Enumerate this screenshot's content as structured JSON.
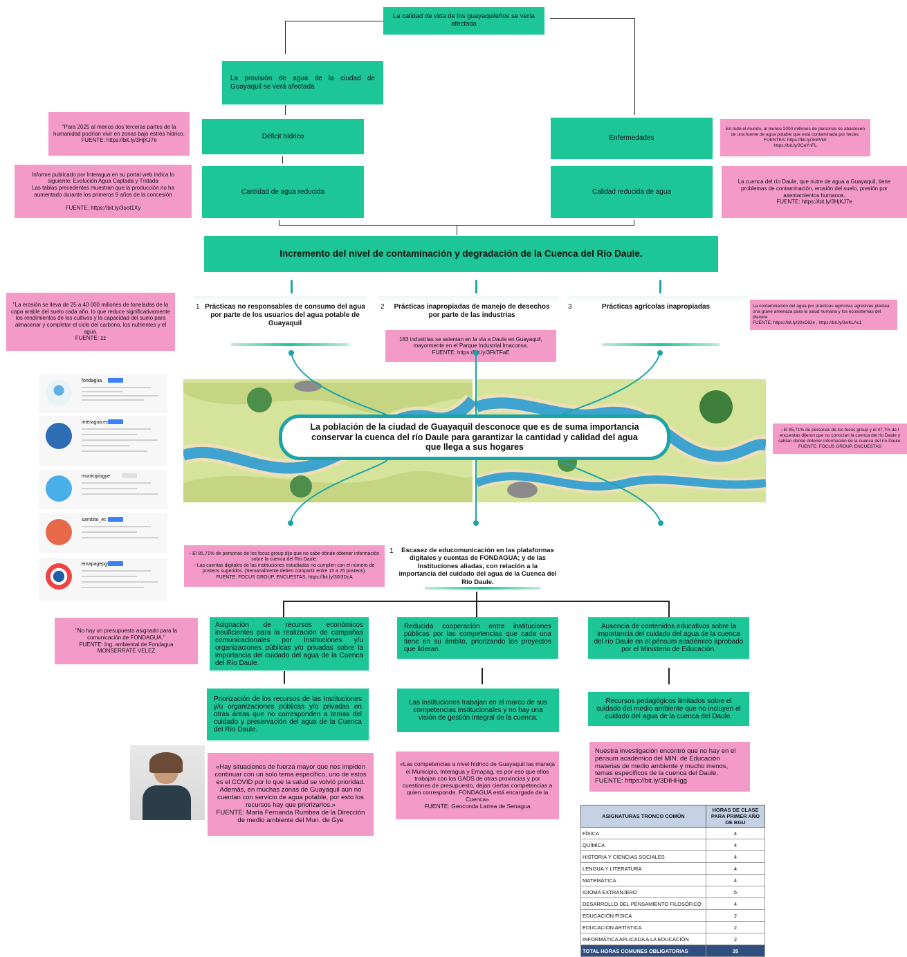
{
  "effects": {
    "top": "La calidad de vida de los guayaquileños se vería afectada",
    "provision": "La provisión de agua de la ciudad de Guayaquil se verá afectada",
    "deficit": "Déficit hídrico",
    "cantidad": "Cantidad de agua reducida",
    "enfermedades": "Enfermedades",
    "calidad": "Calidad reducida de agua"
  },
  "notes": {
    "deficit_note": "\"Para 2025 al menos dos terceras partes de la humanidad podrían vivir en zonas bajo estrés hídrico.\nFUENTE: https://bit.ly/3HjKJ7e",
    "interagua_note": "Informe publicado por Interagua en su portal web indica lo siguiente: Evolución Agua Captada y Tratada\nLas tablas precedentes muestran que la producción no ha aumentado durante los primeros 9 años de la concesión\n\nFUENTE: https://bit.ly/3oot1Xy",
    "enfermedades_note": "En todo el mundo, al menos 2000 millones de personas se abastecen de una fuente de agua potable que está contaminada por heces.\nFUENTES: https://bit.ly/3n8Vktr\nhttps://bit.ly/3CaYnFL",
    "daule_note": "La cuenca del río Daule, que nutre de agua a Guayaquil, tiene problemas de contaminación, erosión del suelo, presión por asentamientos humanos.\nFUENTE: https://bit.ly/3HjKJ7e",
    "erosion_note": "\"La erosión se lleva de 25 a 40 000 millones de toneladas de la capa arable del suelo cada año, lo que reduce significativamente los rendimientos de los cultivos y la capacidad del suelo para almacenar y completar el ciclo del carbono, los nutrientes y el agua.\nFUENTE: zz",
    "industrias_note": "183 industrias se asientan en la vía a Daule en Guayaquil, mayormente en el Parque Industrial Imaconsa.\nFUENTE: https://bit.ly/3FkTFaE",
    "agricola_note": "La contaminación del agua por prácticas agrícolas agresivas plantea una grave amenaza para la salud humana y los ecosistemas del planeta\nFUENTE: https://bit.ly/30xOiGe , https://bit.ly/3wKLAc1",
    "focus_right_note": "- El 85,71% de personas de los focus group y el 47,7% de l encuestas dijeron que no conocían la cuenca del río Daule y sabían donde obtener información de la cuenca del río Daule.\nFUENTE: FOCUS GROUP, ENCUESTAS",
    "focus_left_note": "- El 85,71% de personas de los focus group dijo que no sabe dónde obtener información sobre la cuenca del Río Daule.\n- Las cuentas digitales de las instituciones estudiadas no cumplen con el número de posteos sugeridos. (Semanalmente deben compartir entre 15 a 25 posteos).\nFUENTE: FOCUS GROUP, ENCUESTAS, https://bit.ly/30I3DcA",
    "presupuesto_note": "\"No hay un presupuesto asignado para la comunicación de FONDAGUA.\"\nFUENTE: Ing. ambiental de Fondagua MONSERRATE VELEZ",
    "quote_note": "«Hay situaciones de fuerza mayor que nos impiden continuar con un solo tema específico, uno de estos es el COVID por lo que la salud se volvió prioridad. Además, en muchas zonas de Guayaquil aún no cuentan con servicio de agua potable, por esto los recursos hay que priorizarlos.»\nFUENTE: María Fernanda Rumbea de la Dirección de medio ambiente del Mun. de Gye",
    "competencias_note": "«Las competencias a nivel hídrico de Guayaquil las maneja el Municipio, Interagua y Emapag, es por eso que ellos trabajan con los GADS de otras provincias y por cuestiones de presupuesto, dejan ciertas competencias a quien corresponda. FONDAGUA está encargada de la Cuenca»\nFUENTE: Geoconda Larrea de Senagua",
    "pensum_note": "Nuestra investigación encontró que no hay en el pénsum académico del MIN. de Educación materias de medio ambiente y mucho menos, temas específicos de la cuenca del Daule.\nFUENTE: https://bit.ly/3DIHHgg"
  },
  "main_problem": "Incremento del nivel de contaminación y degradación de la Cuenca del Río Daule.",
  "causes": [
    {
      "num": "1",
      "text": "Prácticas no responsables de consumo del agua por parte de los usuarios del agua potable de Guayaquil"
    },
    {
      "num": "2",
      "text": "Prácticas inapropiadas de manejo de desechos por parte de las industrias"
    },
    {
      "num": "3",
      "text": "Prácticas agrícolas inapropiadas"
    }
  ],
  "central_problem": "La población de la ciudad de Guayaquil desconoce que es de suma importancia conservar la cuenca del río Daule para garantizar la cantidad y calidad del agua que llega a sus hogares",
  "sub_cause": {
    "num": "1",
    "text": "Escasez de educomunicación en las plataformas digitales y cuentas de FONDAGUA; y de las Instituciones aliadas, con relación a la importancia del cuidado del agua de la Cuenca del Río Daule."
  },
  "roots": {
    "r1": "Asignación de recursos económicos insuficientes para la realización de campañas comunicacionales por Instituciones y/u organizaciones públicas y/o privadas sobre la importancia del cuidado del agua de la Cuenca del Río Daule.",
    "r2": "Reducida cooperación entre instituciones públicas por las competencias que cada una tiene en su ámbito, priorizando los proyectos que lideran.",
    "r3": "Ausencia de contenidos educativos sobre la importancia del cuidado del agua de la cuenca del río Daule en el pénsum académico aprobado por el Ministerio de Educación.",
    "s1": "Priorización de los recursos de las Instituciones y/u organizaciones públicas y/o privadas en otras áreas que no corresponden a temas del cuidado y preservación del agua de la Cuenca del Río Daule.",
    "s2": "Las instituciones trabajan en el marco de sus competencias institucionales y no hay una visión de gestión integral de la cuenca.",
    "s3": "Recursos pedagógicos limitados sobre el cuidado del medio ambiente que no incluyen el cuidado del agua de la cuenca del Daule."
  },
  "instagram": [
    "fondagua",
    "interagua.ec",
    "municipiogye",
    "sambito_ec",
    "emapagepgye"
  ],
  "table": {
    "header_subject": "ASIGNATURAS TRONCO COMÚN",
    "header_hours": "HORAS DE CLASE PARA PRIMER AÑO DE BGU",
    "rows": [
      [
        "FÍSICA",
        "4"
      ],
      [
        "QUÍMICA",
        "4"
      ],
      [
        "HISTORIA Y CIENCIAS SOCIALES",
        "4"
      ],
      [
        "LENGUA Y LITERATURA",
        "4"
      ],
      [
        "MATEMÁTICA",
        "4"
      ],
      [
        "IDIOMA EXTRANJERO",
        "5"
      ],
      [
        "DESARROLLO DEL PENSAMIENTO FILOSÓFICO",
        "4"
      ],
      [
        "EDUCACIÓN FÍSICA",
        "2"
      ],
      [
        "EDUCACIÓN ARTÍSTICA",
        "2"
      ],
      [
        "INFORMÁTICA APLICADA A LA EDUCACIÓN",
        "2"
      ]
    ],
    "total": [
      "TOTAL HORAS COMUNES OBLIGATORIAS",
      "35"
    ]
  },
  "colors": {
    "green": "#1dc696",
    "pink": "#f49ac9",
    "teal": "#1aa3a8"
  }
}
